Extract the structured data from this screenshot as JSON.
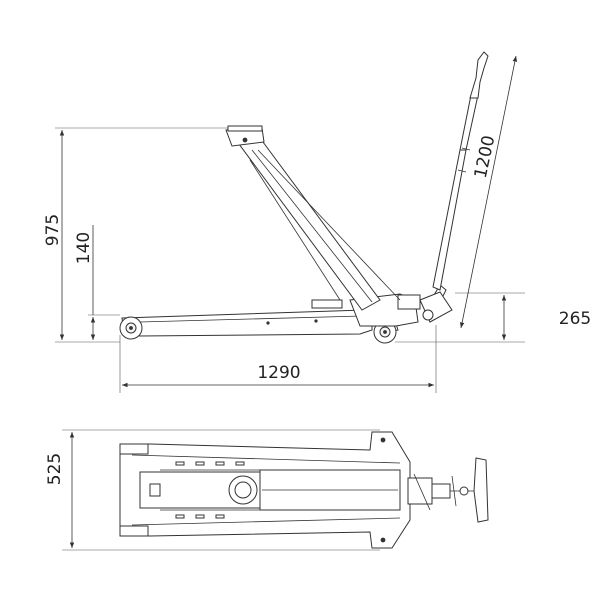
{
  "dimensions": {
    "overall_height": "975",
    "min_height": "140",
    "handle_length": "1200",
    "side_height": "265",
    "length": "1290",
    "width": "525"
  },
  "colors": {
    "line": "#333333",
    "background": "#ffffff"
  }
}
